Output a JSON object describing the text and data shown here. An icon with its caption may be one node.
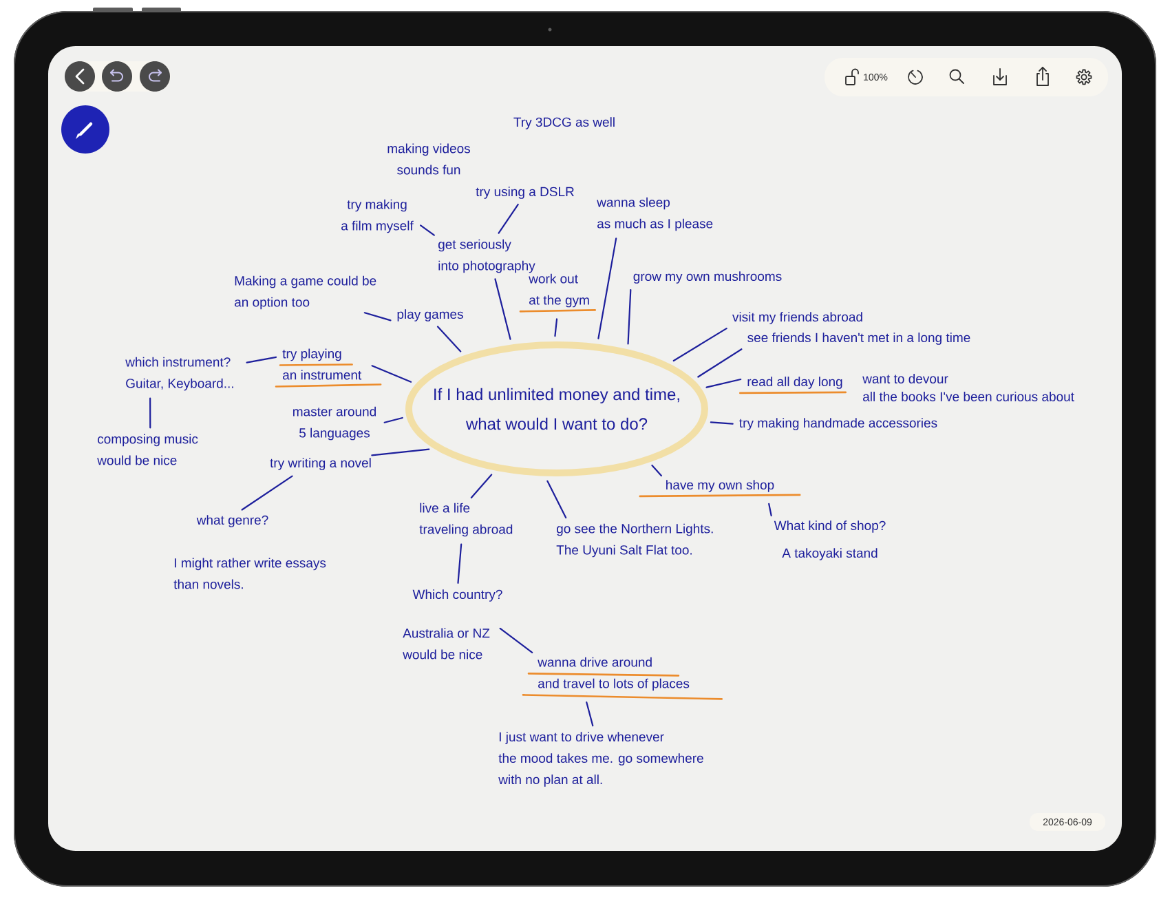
{
  "diagram": {
    "nodes": [
      {
        "text": [
          "If I had unlimited money and time, what would I want to do?"
        ]
      },
      {
        "text": [
          "play games"
        ]
      },
      {
        "text": [
          "Making a game could be an option too"
        ]
      },
      {
        "text": [
          "get seriously into photography"
        ]
      },
      {
        "text": [
          "try making a film myself"
        ]
      },
      {
        "text": [
          "try using a DSLR"
        ]
      },
      {
        "text": [
          "work out at the gym"
        ]
      },
      {
        "text": [
          "wanna sleep as much as I please"
        ]
      },
      {
        "text": [
          "grow my own mushrooms"
        ]
      },
      {
        "text": [
          "visit my friends abroad"
        ]
      },
      {
        "text": [
          "see friends I haven't met in a long time"
        ]
      },
      {
        "text": [
          "read all day long"
        ],
        "beside": [
          "want to devour all the books I've been curious about"
        ]
      },
      {
        "text": [
          "try making handmade accessories"
        ]
      },
      {
        "text": [
          "have my own shop"
        ]
      },
      {
        "text": [
          "What kind of shop?"
        ],
        "beside": [
          "A takoyaki stand"
        ]
      },
      {
        "text": [
          "go see the Northern Lights. The Uyuni Salt Flat too."
        ]
      },
      {
        "text": [
          "live a life traveling abroad"
        ]
      },
      {
        "text": [
          "Which country?"
        ]
      },
      {
        "text": [
          "Australia or NZ would be nice"
        ]
      },
      {
        "text": [
          "wanna drive around and travel to lots of places"
        ]
      },
      {
        "text": [
          "I just want to drive whenever the mood takes me. go somewhere with no plan at all."
        ]
      },
      {
        "text": [
          "try playing an instrument"
        ]
      },
      {
        "text": [
          "which instrument?",
          "Guitar, Keyboard..."
        ]
      },
      {
        "text": [
          "composing music would be nice"
        ]
      },
      {
        "text": [
          "master around 5 languages"
        ]
      },
      {
        "text": [
          "try writing a novel"
        ]
      },
      {
        "text": [
          "what genre?"
        ],
        "beside": [
          "I might rather write essays than novels."
        ]
      }
    ],
    "edges": [
      {
        "from": 0,
        "to": 1,
        "arrow": "none"
      },
      {
        "from": 1,
        "to": 2,
        "arrow": "none"
      },
      {
        "from": 0,
        "to": 3,
        "arrow": "none"
      },
      {
        "from": 3,
        "to": 4,
        "arrow": "none"
      },
      {
        "from": 3,
        "to": 5,
        "arrow": "none"
      },
      {
        "from": 0,
        "to": 6,
        "arrow": "none"
      },
      {
        "from": 0,
        "to": 7,
        "arrow": "none"
      },
      {
        "from": 0,
        "to": 8,
        "arrow": "none"
      },
      {
        "from": 0,
        "to": 9,
        "arrow": "none"
      },
      {
        "from": 0,
        "to": 10,
        "arrow": "none"
      },
      {
        "from": 0,
        "to": 11,
        "arrow": "none"
      },
      {
        "from": 0,
        "to": 12,
        "arrow": "none"
      },
      {
        "from": 0,
        "to": 13,
        "arrow": "none"
      },
      {
        "from": 13,
        "to": 14,
        "arrow": "none"
      },
      {
        "from": 0,
        "to": 15,
        "arrow": "none"
      },
      {
        "from": 0,
        "to": 16,
        "arrow": "none"
      },
      {
        "from": 16,
        "to": 17,
        "arrow": "none"
      },
      {
        "from": 18,
        "to": 19,
        "arrow": "none"
      },
      {
        "from": 19,
        "to": 20,
        "arrow": "none"
      },
      {
        "from": 0,
        "to": 21,
        "arrow": "none"
      },
      {
        "from": 21,
        "to": 22,
        "arrow": "none"
      },
      {
        "from": 22,
        "to": 23,
        "arrow": "none"
      },
      {
        "from": 0,
        "to": 24,
        "arrow": "none"
      },
      {
        "from": 0,
        "to": 25,
        "arrow": "none"
      },
      {
        "from": 25,
        "to": 26,
        "arrow": "none"
      }
    ],
    "labels": [
      "100%",
      "Try 3DCG as well",
      "making videos sounds fun",
      "2026-06-09"
    ]
  }
}
